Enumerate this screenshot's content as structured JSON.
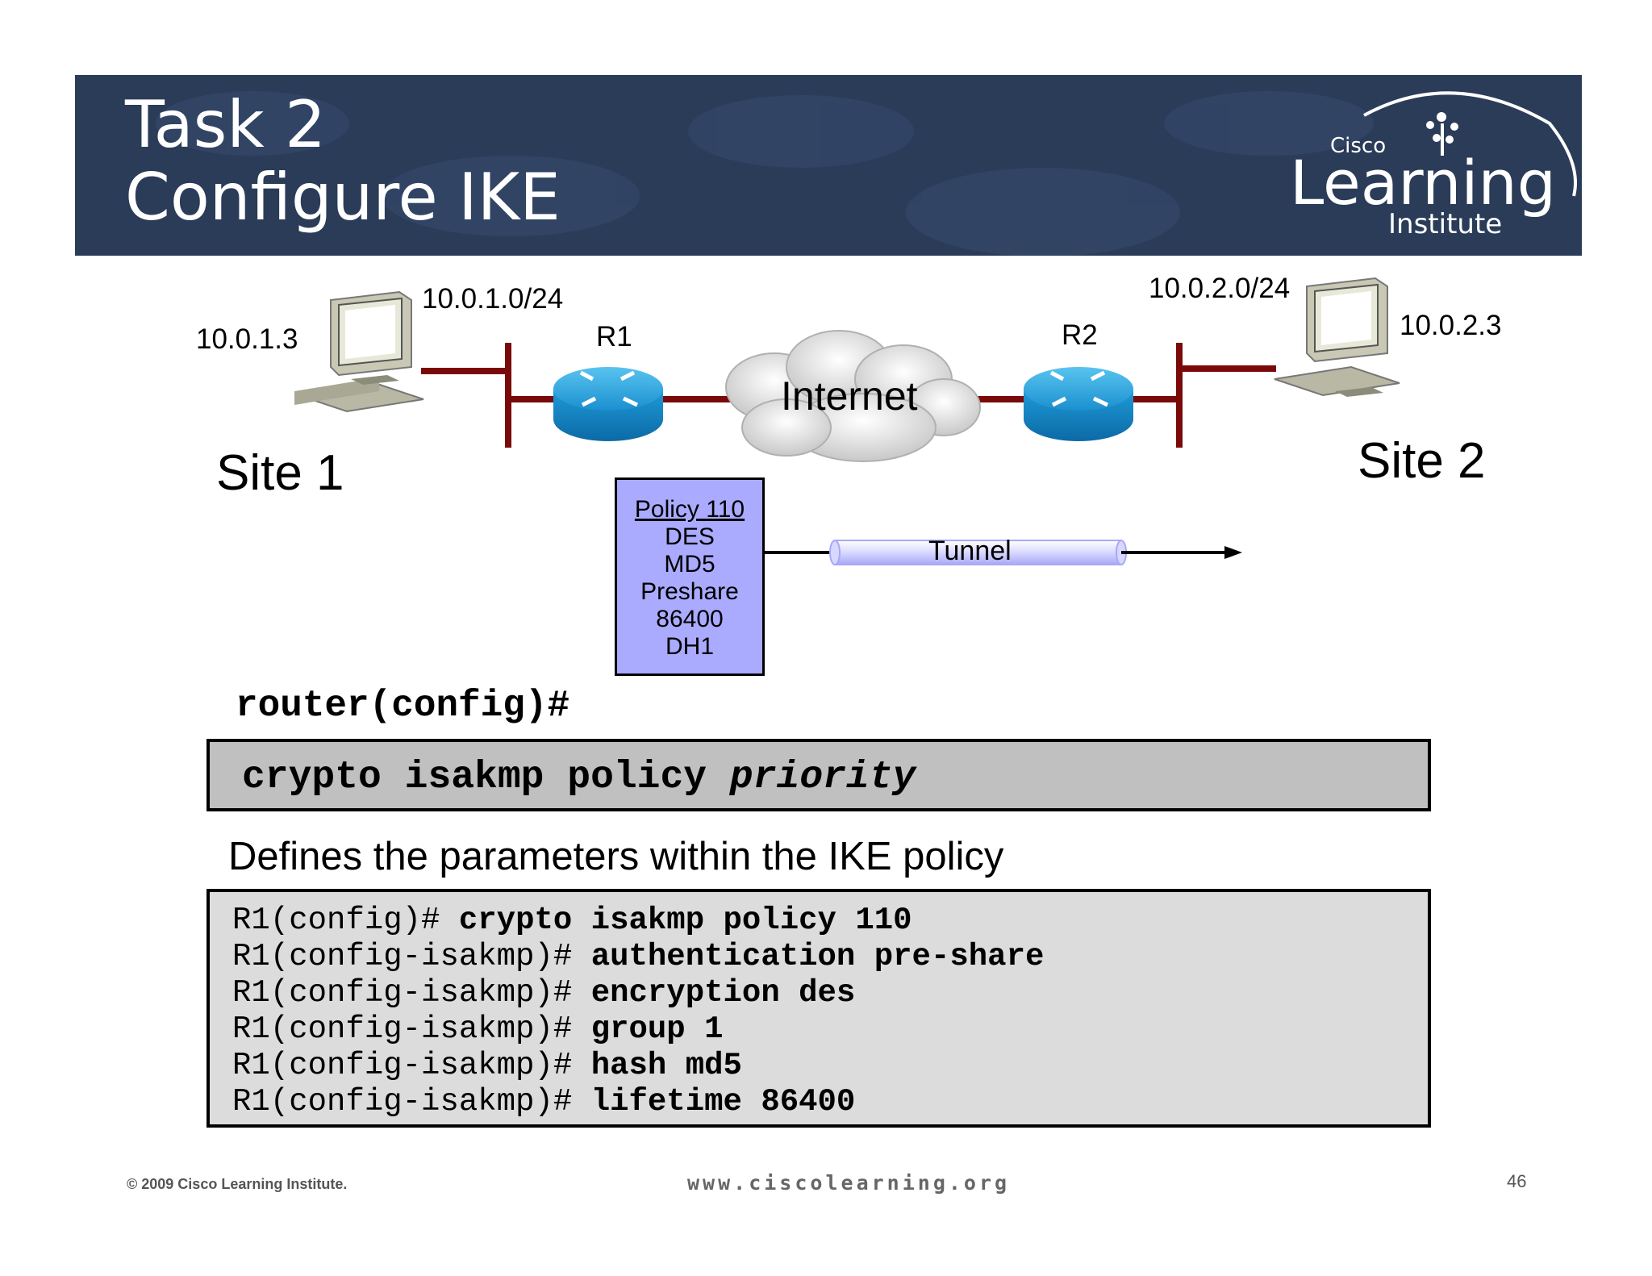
{
  "header": {
    "title_line1": "Task 2",
    "title_line2": "Configure IKE",
    "logo_brand": "Cisco",
    "logo_word": "Learning",
    "logo_sub": "Institute",
    "banner_color": "#2b3c59"
  },
  "diagram": {
    "site1": {
      "label": "Site 1",
      "host_ip": "10.0.1.3",
      "network": "10.0.1.0/24"
    },
    "site2": {
      "label": "Site 2",
      "host_ip": "10.0.2.3",
      "network": "10.0.2.0/24"
    },
    "router1": "R1",
    "router2": "R2",
    "cloud": "Internet",
    "policy": {
      "title": "Policy 110",
      "lines": [
        "DES",
        "MD5",
        "Preshare",
        "86400",
        "DH1"
      ],
      "color": "#aaaaff"
    },
    "tunnel": "Tunnel"
  },
  "command": {
    "prompt": "router(config)#",
    "syntax_cmd": "crypto isakmp policy ",
    "syntax_arg": "priority",
    "description": "Defines the parameters within the IKE policy"
  },
  "config_lines": [
    {
      "prompt": "R1(config)# ",
      "cmd": "crypto isakmp policy 110"
    },
    {
      "prompt": "R1(config-isakmp)# ",
      "cmd": "authentication pre-share"
    },
    {
      "prompt": "R1(config-isakmp)# ",
      "cmd": "encryption des"
    },
    {
      "prompt": "R1(config-isakmp)# ",
      "cmd": "group 1"
    },
    {
      "prompt": "R1(config-isakmp)# ",
      "cmd": "hash md5"
    },
    {
      "prompt": "R1(config-isakmp)# ",
      "cmd": "lifetime 86400"
    }
  ],
  "footer": {
    "copyright": "© 2009 Cisco Learning Institute.",
    "website": "www.ciscolearning.org",
    "page": "46"
  }
}
